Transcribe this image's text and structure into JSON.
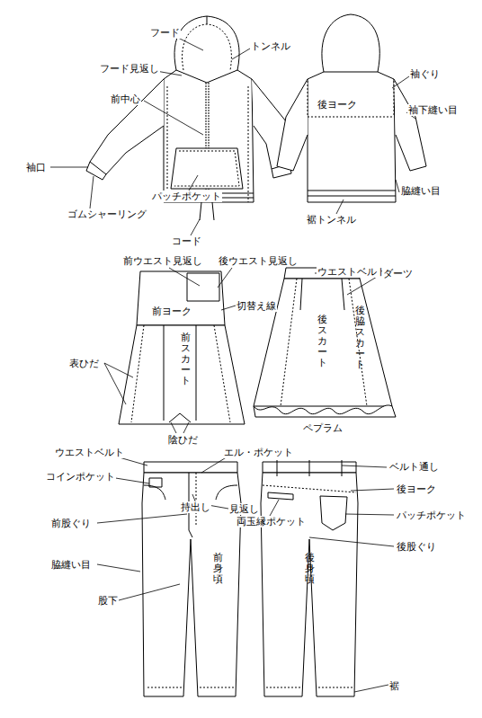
{
  "diagram": {
    "labels": [
      "フード",
      "トンネル",
      "フード見返し",
      "前中心",
      "袖口",
      "パッチポケット",
      "ゴムシャーリング",
      "コード",
      "後ヨーク",
      "袖ぐり",
      "袖下縫い目",
      "脇縫い目",
      "裾トンネル",
      "前ウエスト見返し",
      "後ウエスト見返し",
      "ウエストベルト",
      "ダーツ",
      "切替え線",
      "前ヨーク",
      "前スカート",
      "後スカート",
      "後脇スカート",
      "表ひだ",
      "陰ひだ",
      "ペプラム",
      "ウエストベルト",
      "エル・ポケット",
      "ベルト通し",
      "コインポケット",
      "後ヨーク",
      "持出し",
      "見返し",
      "両玉縁ポケット",
      "パッチポケット",
      "前股ぐり",
      "後股ぐり",
      "脇縫い目",
      "前身頃",
      "後身頃",
      "股下",
      "裾"
    ]
  }
}
